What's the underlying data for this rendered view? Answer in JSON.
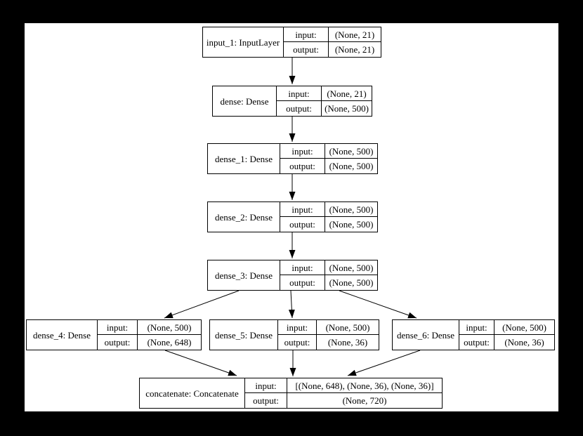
{
  "diagram": {
    "kind": "keras-model-architecture-plot",
    "colors": {
      "page_background": "#000000",
      "panel_background": "#ffffff",
      "box_border": "#000000",
      "text": "#000000",
      "edge": "#000000"
    },
    "row_labels": {
      "input": "input:",
      "output": "output:"
    },
    "nodes": [
      {
        "id": "input_1",
        "name": "input_1: InputLayer",
        "input": "(None, 21)",
        "output": "(None, 21)"
      },
      {
        "id": "dense",
        "name": "dense: Dense",
        "input": "(None, 21)",
        "output": "(None, 500)"
      },
      {
        "id": "dense_1",
        "name": "dense_1: Dense",
        "input": "(None, 500)",
        "output": "(None, 500)"
      },
      {
        "id": "dense_2",
        "name": "dense_2: Dense",
        "input": "(None, 500)",
        "output": "(None, 500)"
      },
      {
        "id": "dense_3",
        "name": "dense_3: Dense",
        "input": "(None, 500)",
        "output": "(None, 500)"
      },
      {
        "id": "dense_4",
        "name": "dense_4: Dense",
        "input": "(None, 500)",
        "output": "(None, 648)"
      },
      {
        "id": "dense_5",
        "name": "dense_5: Dense",
        "input": "(None, 500)",
        "output": "(None, 36)"
      },
      {
        "id": "dense_6",
        "name": "dense_6: Dense",
        "input": "(None, 500)",
        "output": "(None, 36)"
      },
      {
        "id": "concatenate",
        "name": "concatenate: Concatenate",
        "input": "[(None, 648), (None, 36), (None, 36)]",
        "output": "(None, 720)"
      }
    ],
    "edges": [
      {
        "from": "input_1",
        "to": "dense"
      },
      {
        "from": "dense",
        "to": "dense_1"
      },
      {
        "from": "dense_1",
        "to": "dense_2"
      },
      {
        "from": "dense_2",
        "to": "dense_3"
      },
      {
        "from": "dense_3",
        "to": "dense_4"
      },
      {
        "from": "dense_3",
        "to": "dense_5"
      },
      {
        "from": "dense_3",
        "to": "dense_6"
      },
      {
        "from": "dense_4",
        "to": "concatenate"
      },
      {
        "from": "dense_5",
        "to": "concatenate"
      },
      {
        "from": "dense_6",
        "to": "concatenate"
      }
    ]
  }
}
